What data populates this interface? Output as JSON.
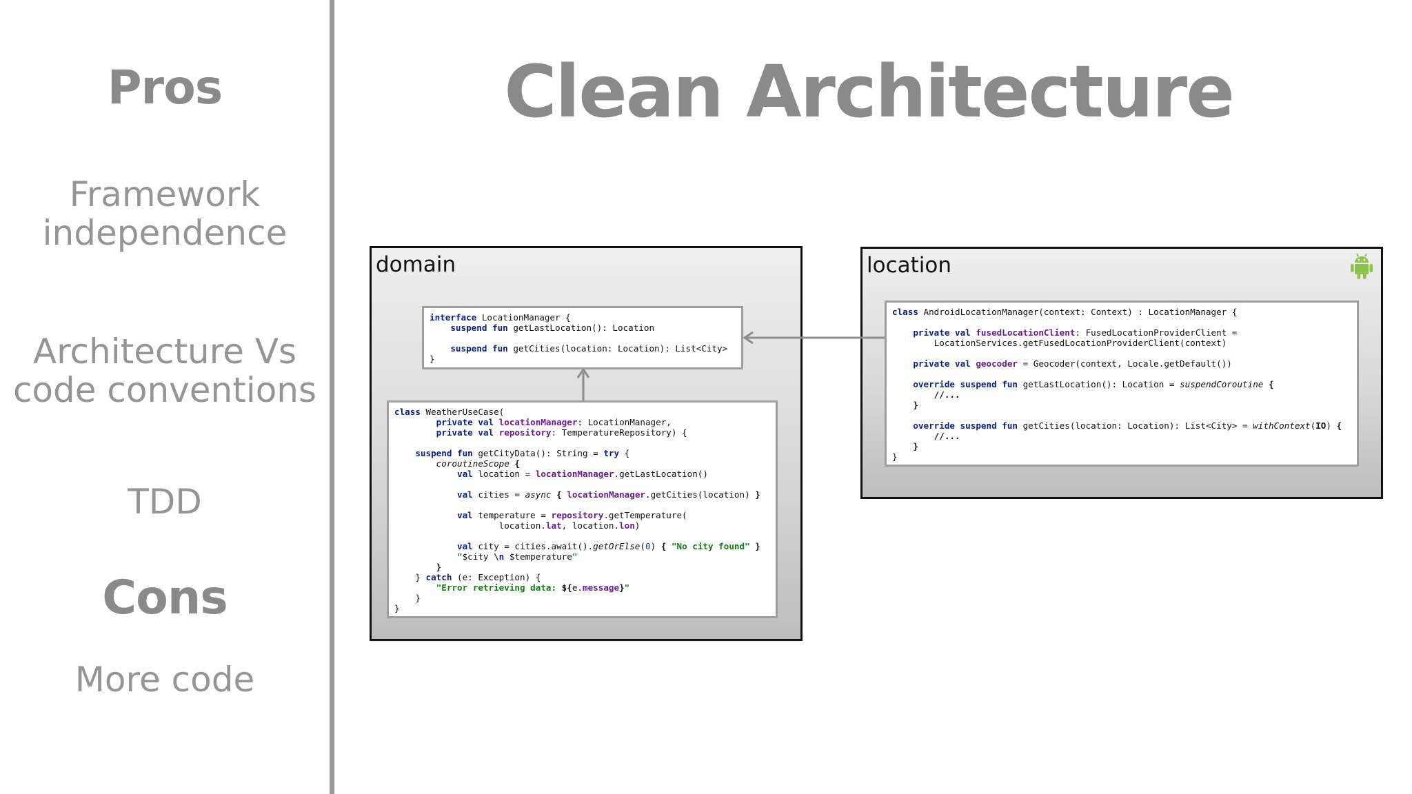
{
  "slide": {
    "title": "Clean Architecture"
  },
  "sidebar": {
    "pros_heading": "Pros",
    "pros": [
      "Framework\nindependence",
      "Architecture Vs\ncode conventions",
      "TDD"
    ],
    "cons_heading": "Cons",
    "cons": [
      "More code"
    ]
  },
  "modules": {
    "domain": {
      "label": "domain",
      "interface_code": "interface LocationManager {\n    suspend fun getLastLocation(): Location\n\n    suspend fun getCities(location: Location): List<City>\n}",
      "usecase_code": "class WeatherUseCase(\n        private val locationManager: LocationManager,\n        private val repository: TemperatureRepository) {\n\n    suspend fun getCityData(): String = try {\n        coroutineScope {\n            val location = locationManager.getLastLocation()\n\n            val cities = async { locationManager.getCities(location) }\n\n            val temperature = repository.getTemperature(\n                    location.lat, location.lon)\n\n            val city = cities.await().getOrElse(0) { \"No city found\" }\n            \"$city \\n $temperature\"\n        }\n    } catch (e: Exception) {\n        \"Error retrieving data: ${e.message}\"\n    }\n}"
    },
    "location": {
      "label": "location",
      "icon": "android-icon",
      "code": "class AndroidLocationManager(context: Context) : LocationManager {\n\n    private val fusedLocationClient: FusedLocationProviderClient =\n        LocationServices.getFusedLocationProviderClient(context)\n\n    private val geocoder = Geocoder(context, Locale.getDefault())\n\n    override suspend fun getLastLocation(): Location = suspendCoroutine {\n        //...\n    }\n\n    override suspend fun getCities(location: Location): List<City> = withContext(IO) {\n        //...\n    }\n}"
    }
  },
  "colors": {
    "keyword": "#0a1d8a",
    "field": "#6b1a93",
    "string": "#177a17",
    "android": "#8bc34a",
    "arrow": "#8c8c8c"
  }
}
